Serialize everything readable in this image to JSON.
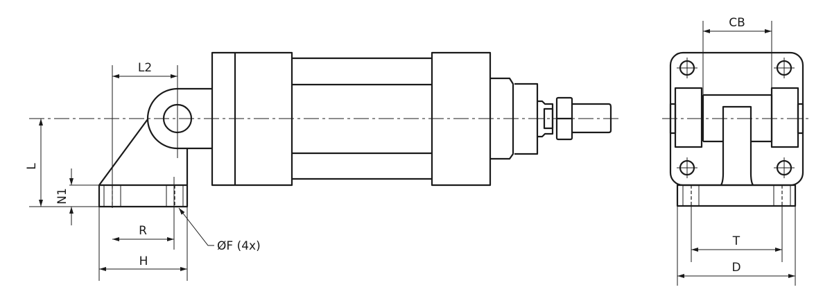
{
  "drawing": {
    "side_view": {
      "labels": {
        "L2": "L2",
        "L": "L",
        "N1": "N1",
        "R": "R",
        "H": "H",
        "F": "ØF (4x)"
      }
    },
    "end_view": {
      "labels": {
        "CB": "CB",
        "T": "T",
        "D": "D"
      }
    },
    "line_color": "#1a1a1a"
  }
}
